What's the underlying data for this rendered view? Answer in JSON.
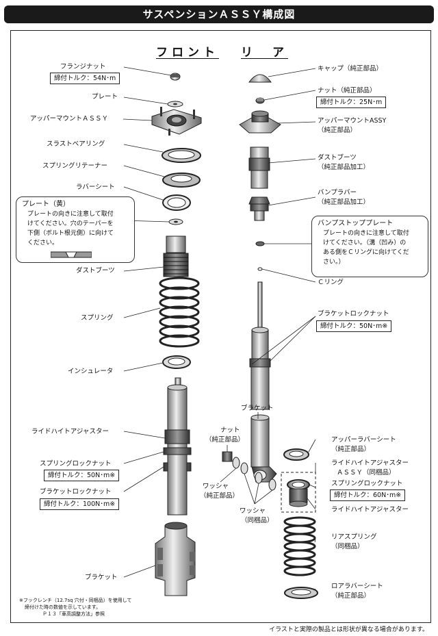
{
  "title": "サスペンションＡＳＳＹ構成図",
  "front_header": "フロント",
  "rear_header": "リ　ア",
  "front_parts": {
    "flange_nut": "フランジナット",
    "flange_nut_torque": "締付トルク：54N･m",
    "plate": "プレート",
    "upper_mount": "アッパーマウントＡＳＳＹ",
    "thrust_bearing": "スラストベアリング",
    "spring_retainer": "スプリングリテーナー",
    "rubber_seat": "ラバーシート",
    "dust_boot": "ダストブーツ",
    "spring": "スプリング",
    "insulator": "インシュレータ",
    "ride_height_adjuster": "ライドハイトアジャスター",
    "spring_lock_nut": "スプリングロックナット",
    "spring_lock_nut_torque": "締付トルク：50N･m※",
    "bracket_lock_nut": "ブラケットロックナット",
    "bracket_lock_nut_torque": "締付トルク：100N･m※",
    "bracket": "ブラケット"
  },
  "plate_note": {
    "heading": "プレート（黄）",
    "body": "プレートの向きに注意して取付\nけてください。穴のテーパーを\n下側（ボルト根元側）に向けて\nください。"
  },
  "rear_parts": {
    "cap": "キャップ（純正部品）",
    "nut": "ナット（純正部品）",
    "nut_torque": "締付トルク：25N･m",
    "upper_mount_line1": "アッパーマウントASSY",
    "upper_mount_line2": "（純正部品）",
    "dust_boot_line1": "ダストブーツ",
    "dust_boot_line2": "（純正部品加工）",
    "bump_rubber_line1": "バンプラバー",
    "bump_rubber_line2": "（純正部品加工）",
    "c_ring": "Ｃリング",
    "bracket_lock_nut": "ブラケットロックナット",
    "bracket_lock_nut_torque": "締付トルク：50N･m※",
    "bracket": "ブラケット",
    "nut2_line1": "ナット",
    "nut2_line2": "（純正部品）",
    "washer_oem_line1": "ワッシャ",
    "washer_oem_line2": "（純正部品）",
    "washer_incl_line1": "ワッシャ",
    "washer_incl_line2": "（同梱品）",
    "upper_rubber_seat_line1": "アッパーラバーシート",
    "upper_rubber_seat_line2": "（純正部品）",
    "ride_height_assy_line1": "ライドハイトアジャスター",
    "ride_height_assy_line2": "ＡＳＳＹ（同梱品）",
    "spring_lock_nut": "スプリングロックナット",
    "spring_lock_nut_torque": "締付トルク：60N･m※",
    "ride_height_adjuster": "ライドハイトアジャスター",
    "rear_spring_line1": "リアスプリング",
    "rear_spring_line2": "（同梱品）",
    "lower_rubber_seat_line1": "ロアラバーシート",
    "lower_rubber_seat_line2": "（純正部品）"
  },
  "bump_stop_note": {
    "heading": "バンプストッププレート",
    "body": "プレートの向きに注意して取付\nけてください。（溝（凹み）の\nある側をＣリングに向けてくだ\nさい。）"
  },
  "footnote": {
    "line1": "※フックレンチ（12.7sq 穴付・同梱品）を使用して",
    "line2": "締付けた時の数値を示しています。",
    "line3": "Ｐ１３「車高調整方法」参照"
  },
  "disclaimer": "イラストと実際の製品とは形状が異なる場合があります。"
}
